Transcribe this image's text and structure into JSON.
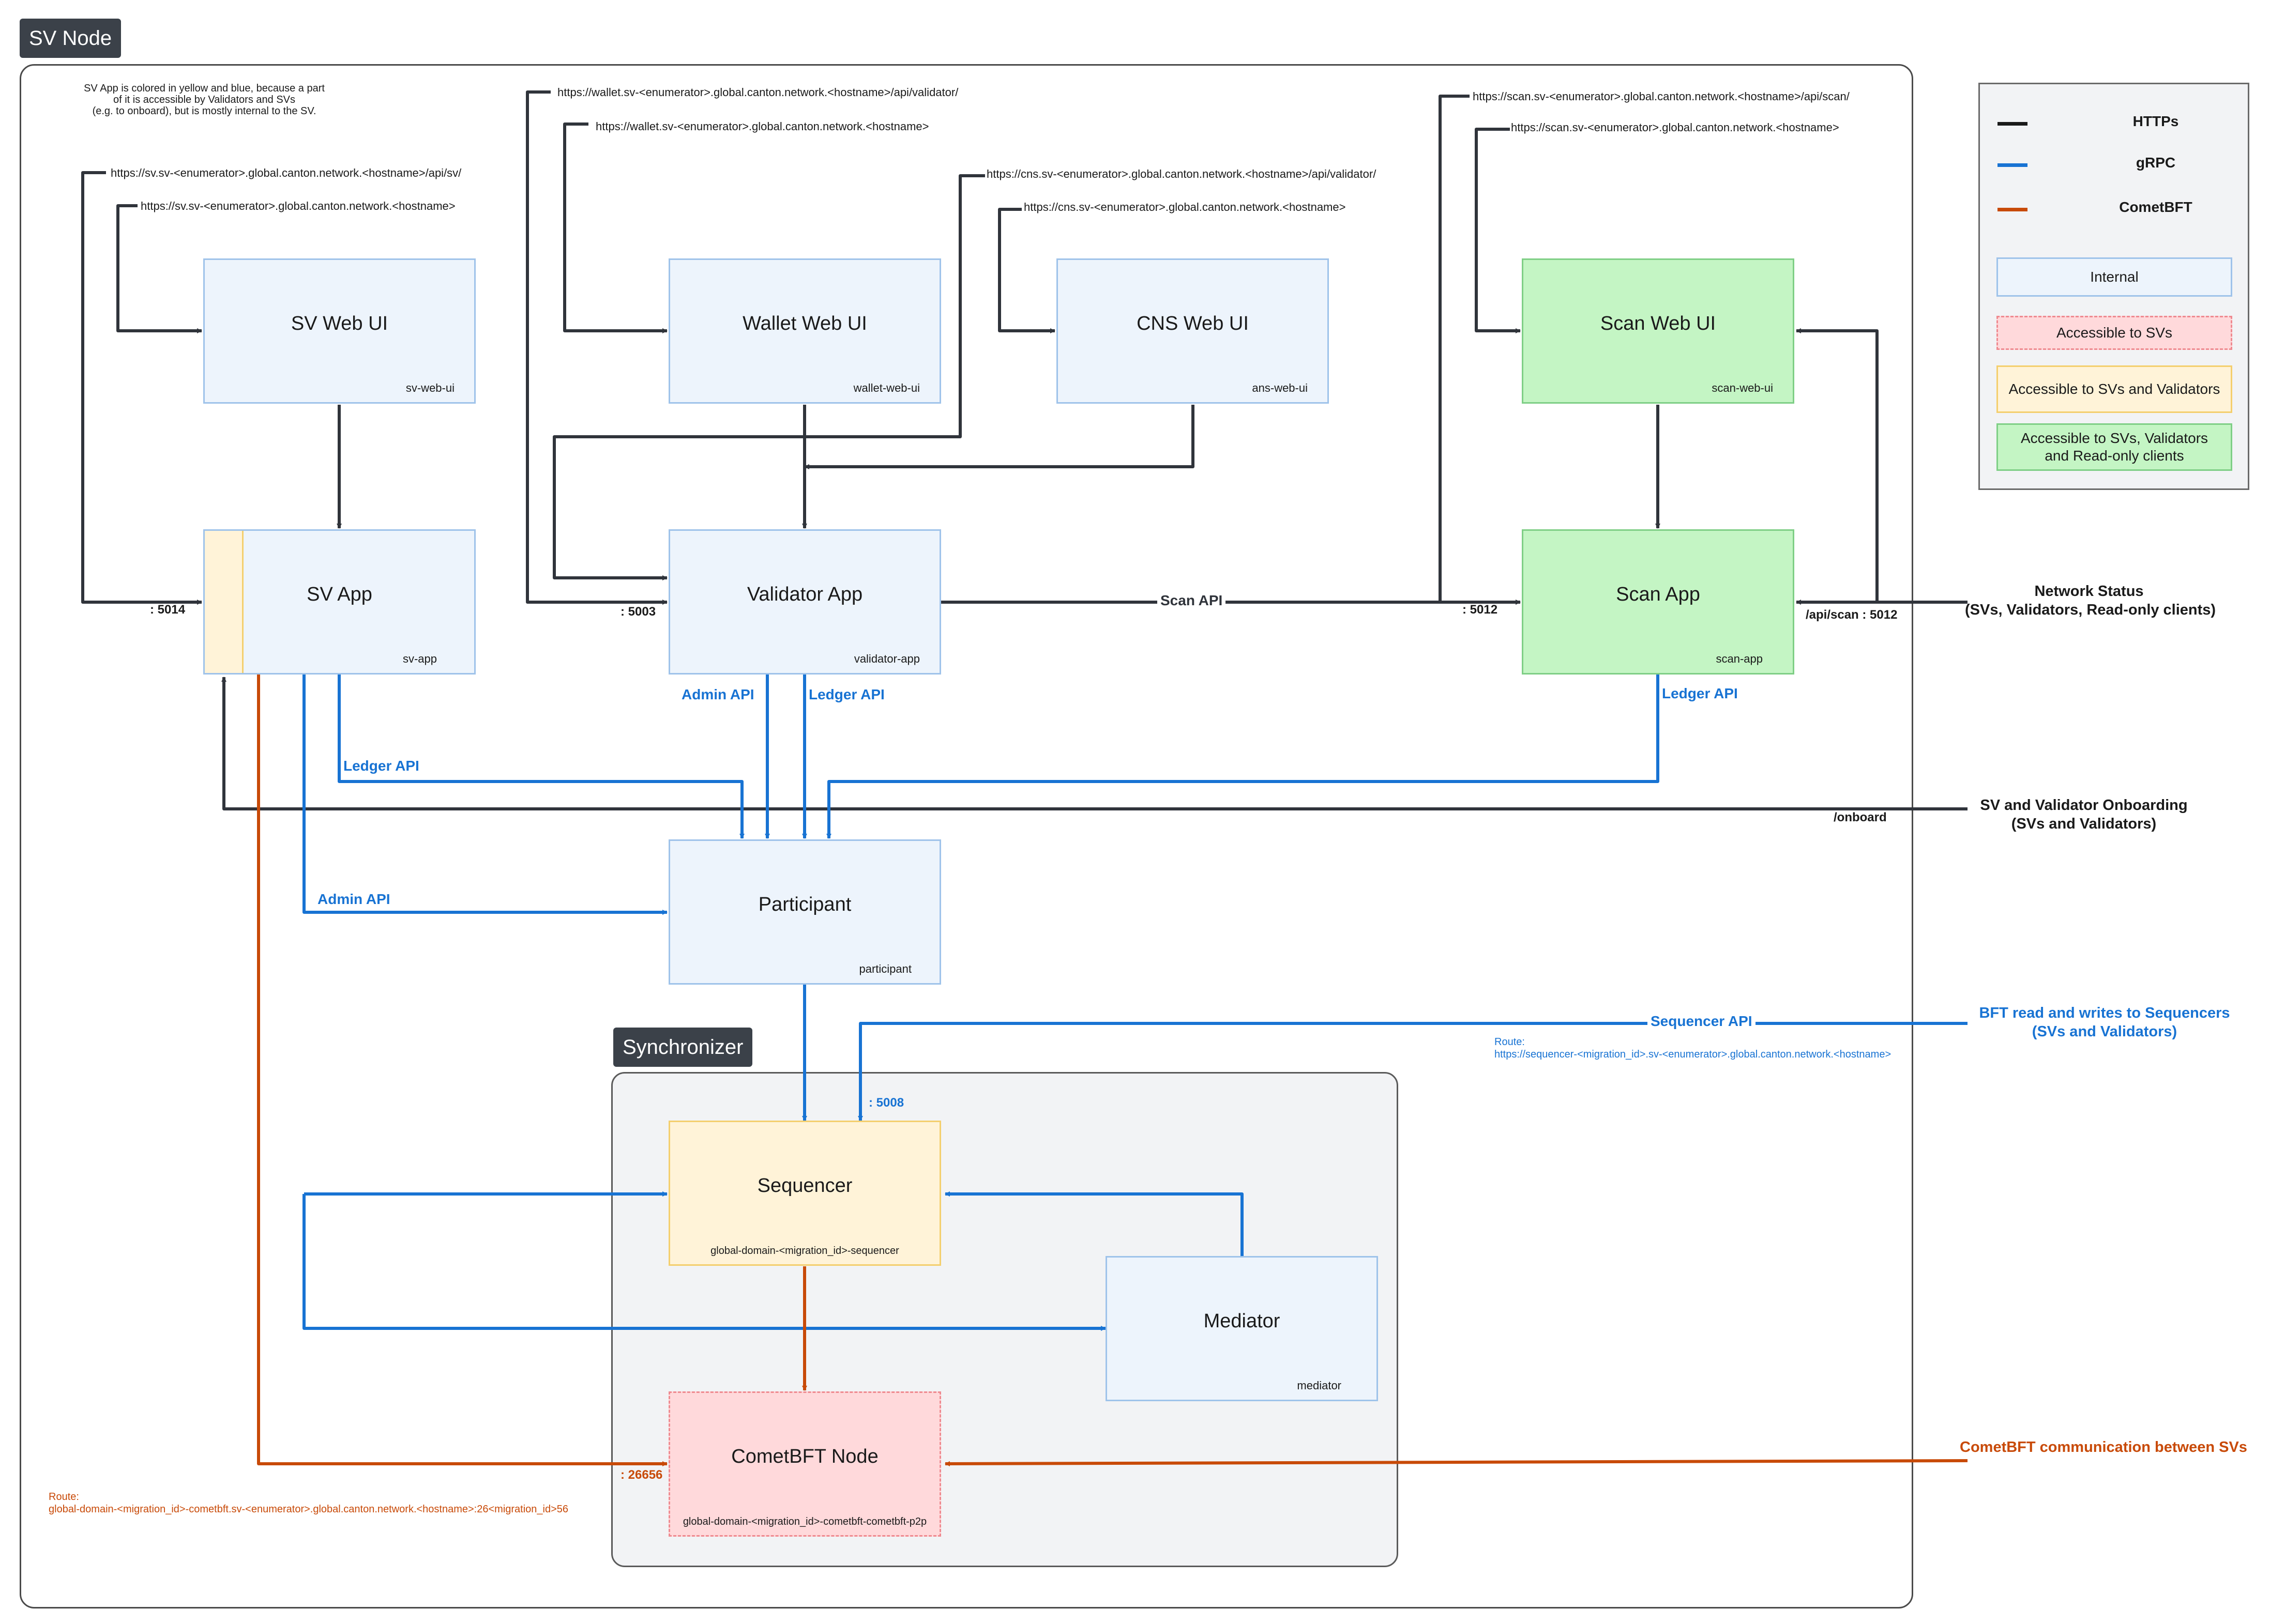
{
  "frame": {
    "sv_node_label": "SV Node",
    "synchronizer_label": "Synchronizer"
  },
  "note": {
    "line1": "SV App is colored in yellow and blue, because a part",
    "line2": "of it is accessible by Validators and SVs",
    "line3": "(e.g. to onboard), but is mostly internal to the SV."
  },
  "urls": {
    "sv_api": "https://sv.sv-<enumerator>.global.canton.network.<hostname>/api/sv/",
    "sv_web": "https://sv.sv-<enumerator>.global.canton.network.<hostname>",
    "wallet_api": "https://wallet.sv-<enumerator>.global.canton.network.<hostname>/api/validator/",
    "wallet_web": "https://wallet.sv-<enumerator>.global.canton.network.<hostname>",
    "cns_api": "https://cns.sv-<enumerator>.global.canton.network.<hostname>/api/validator/",
    "cns_web": "https://cns.sv-<enumerator>.global.canton.network.<hostname>",
    "scan_api": "https://scan.sv-<enumerator>.global.canton.network.<hostname>/api/scan/",
    "scan_web": "https://scan.sv-<enumerator>.global.canton.network.<hostname>"
  },
  "nodes": {
    "sv_web_ui": {
      "title": "SV Web UI",
      "sub": "sv-web-ui"
    },
    "wallet_web_ui": {
      "title": "Wallet Web UI",
      "sub": "wallet-web-ui"
    },
    "cns_web_ui": {
      "title": "CNS Web UI",
      "sub": "ans-web-ui"
    },
    "scan_web_ui": {
      "title": "Scan Web UI",
      "sub": "scan-web-ui"
    },
    "sv_app": {
      "title": "SV App",
      "sub": "sv-app"
    },
    "validator_app": {
      "title": "Validator App",
      "sub": "validator-app"
    },
    "scan_app": {
      "title": "Scan App",
      "sub": "scan-app"
    },
    "participant": {
      "title": "Participant",
      "sub": "participant"
    },
    "sequencer": {
      "title": "Sequencer",
      "sub": "global-domain-<migration_id>-sequencer"
    },
    "mediator": {
      "title": "Mediator",
      "sub": "mediator"
    },
    "cometbft": {
      "title": "CometBFT Node",
      "sub": "global-domain-<migration_id>-cometbft-cometbft-p2p"
    }
  },
  "ports": {
    "sv_app": ": 5014",
    "validator_app": ": 5003",
    "scan_app": ": 5012",
    "scan_status": "/api/scan : 5012",
    "onboard": "/onboard",
    "sequencer": ": 5008",
    "cometbft": ": 26656"
  },
  "edges": {
    "scan_api": "Scan API",
    "admin_api_validator": "Admin API",
    "ledger_api_validator": "Ledger API",
    "ledger_api_scan": "Ledger API",
    "ledger_api_sv": "Ledger API",
    "admin_api_sv": "Admin API",
    "sequencer_api": "Sequencer API"
  },
  "routes": {
    "sequencer_route_label": "Route:",
    "sequencer_route": "https://sequencer-<migration_id>.sv-<enumerator>.global.canton.network.<hostname>",
    "cometbft_route_label": "Route:",
    "cometbft_route": "global-domain-<migration_id>-cometbft.sv-<enumerator>.global.canton.network.<hostname>:26<migration_id>56"
  },
  "external": {
    "network_status_1": "Network Status",
    "network_status_2": "(SVs, Validators, Read-only clients)",
    "onboarding_1": "SV and Validator Onboarding",
    "onboarding_2": "(SVs and Validators)",
    "bft_1": "BFT read and writes to Sequencers",
    "bft_2": "(SVs and Validators)",
    "cometbft_comm": "CometBFT communication between SVs"
  },
  "legend": {
    "https": "HTTPs",
    "grpc": "gRPC",
    "cometbft": "CometBFT",
    "internal": "Internal",
    "svs": "Accessible to SVs",
    "svs_validators": "Accessible to SVs and Validators",
    "all_1": "Accessible to SVs, Validators",
    "all_2": "and Read-only clients"
  },
  "colors": {
    "https": "#30343b",
    "grpc": "#1873d3",
    "cometbft": "#c84a08"
  }
}
